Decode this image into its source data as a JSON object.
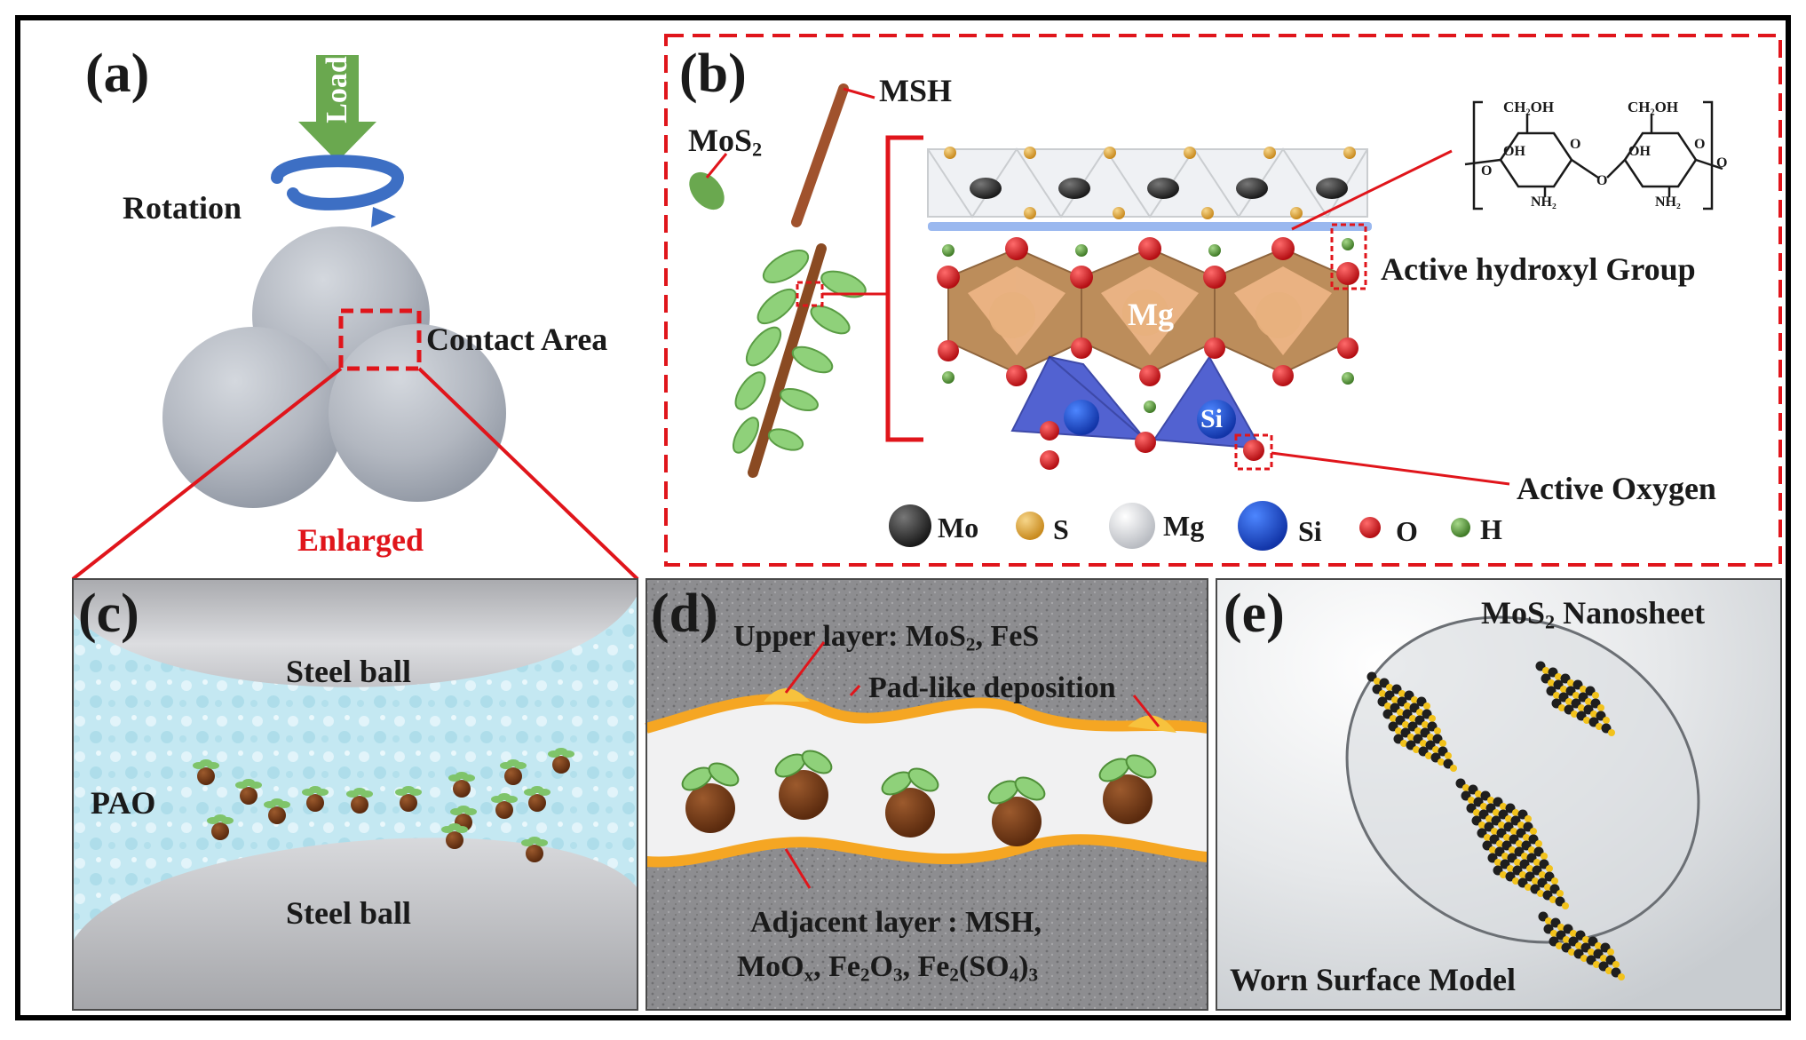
{
  "panels": {
    "a": {
      "letter": "(a)",
      "load": "Load",
      "rotation": "Rotation",
      "contact_area": "Contact Area",
      "enlarged": "Enlarged"
    },
    "b": {
      "letter": "(b)",
      "mos2_prefix": "MoS",
      "mos2_sub": "2",
      "msh": "MSH",
      "mg_label": "Mg",
      "si_label": "Si",
      "active_hydroxyl": "Active hydroxyl Group",
      "active_oxygen": "Active Oxygen",
      "chitosan": {
        "ch2oh_left": "CH₂OH",
        "ch2oh_right": "CH₂OH",
        "oh_left": "OH",
        "oh_right": "OH",
        "nh2_left": "NH₂",
        "nh2_right": "NH₂",
        "o_ring_left": "O",
        "o_ring_right": "O",
        "o_link_left": "O",
        "o_link_mid": "O",
        "o_link_right": "O"
      },
      "legend": [
        {
          "symbol": "Mo",
          "color": "#2b2b2b"
        },
        {
          "symbol": "S",
          "color": "#e2a93a"
        },
        {
          "symbol": "Mg",
          "color": "#e8e8ea"
        },
        {
          "symbol": "Si",
          "color": "#1f4fd1"
        },
        {
          "symbol": "O",
          "color": "#e0151b"
        },
        {
          "symbol": "H",
          "color": "#5f9e3a"
        }
      ]
    },
    "c": {
      "letter": "(c)",
      "steel_top": "Steel ball",
      "steel_bottom": "Steel ball",
      "pao": "PAO"
    },
    "d": {
      "letter": "(d)",
      "upper_prefix": "Upper layer: MoS",
      "upper_sub": "2",
      "upper_suffix": ", FeS",
      "pad_like": "Pad-like deposition",
      "adjacent_line1": "Adjacent layer : MSH,",
      "l2_a": "MoO",
      "l2_a_sub": "x",
      "l2_b": ", Fe",
      "l2_b_sub": "2",
      "l2_c": "O",
      "l2_c_sub": "3",
      "l2_d": ", Fe",
      "l2_d_sub": "2",
      "l2_e": "(SO",
      "l2_e_sub": "4",
      "l2_f": ")",
      "l2_f_sub": "3"
    },
    "e": {
      "letter": "(e)",
      "nanosheet_prefix": "MoS",
      "nanosheet_sub": "2",
      "nanosheet_suffix": " Nanosheet",
      "worn_surface": "Worn Surface Model"
    }
  },
  "colors": {
    "accent_red": "#e0151b",
    "arrow_green": "#6aa84f",
    "rotation_blue": "#3d6fc4",
    "steel_gray": "#b4b9c2",
    "pao_cyan": "#bfe6f2",
    "orange_layer": "#f5a623"
  }
}
